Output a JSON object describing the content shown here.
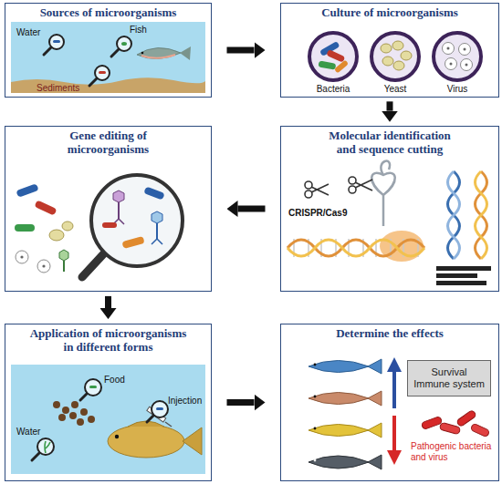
{
  "diagram": {
    "nodes": [
      {
        "text": [
          "Sources of microorganisms"
        ]
      },
      {
        "text": [
          "Culture of microorganisms"
        ]
      },
      {
        "text": [
          "Molecular identification and sequence cutting"
        ]
      },
      {
        "text": [
          "Gene editing of microorganisms"
        ]
      },
      {
        "text": [
          "Application of microorganisms in different forms"
        ]
      },
      {
        "text": [
          "Determine the effects"
        ]
      },
      {
        "text": [
          "Survival Immune system"
        ],
        "in": 5
      }
    ],
    "edges": [
      {
        "from": 0,
        "to": 1,
        "arrow": "to"
      },
      {
        "from": 1,
        "to": 2,
        "arrow": "to"
      },
      {
        "from": 2,
        "to": 3,
        "arrow": "to"
      },
      {
        "from": 3,
        "to": 4,
        "arrow": "to"
      },
      {
        "from": 4,
        "to": 5,
        "arrow": "to"
      }
    ],
    "labels": [
      "Water",
      "Fish",
      "Sediments",
      "Bacteria",
      "Yeast",
      "Virus",
      "CRISPR/Cas9",
      "Food",
      "Injection",
      "Water",
      "Pathogenic bacteria and virus"
    ]
  }
}
